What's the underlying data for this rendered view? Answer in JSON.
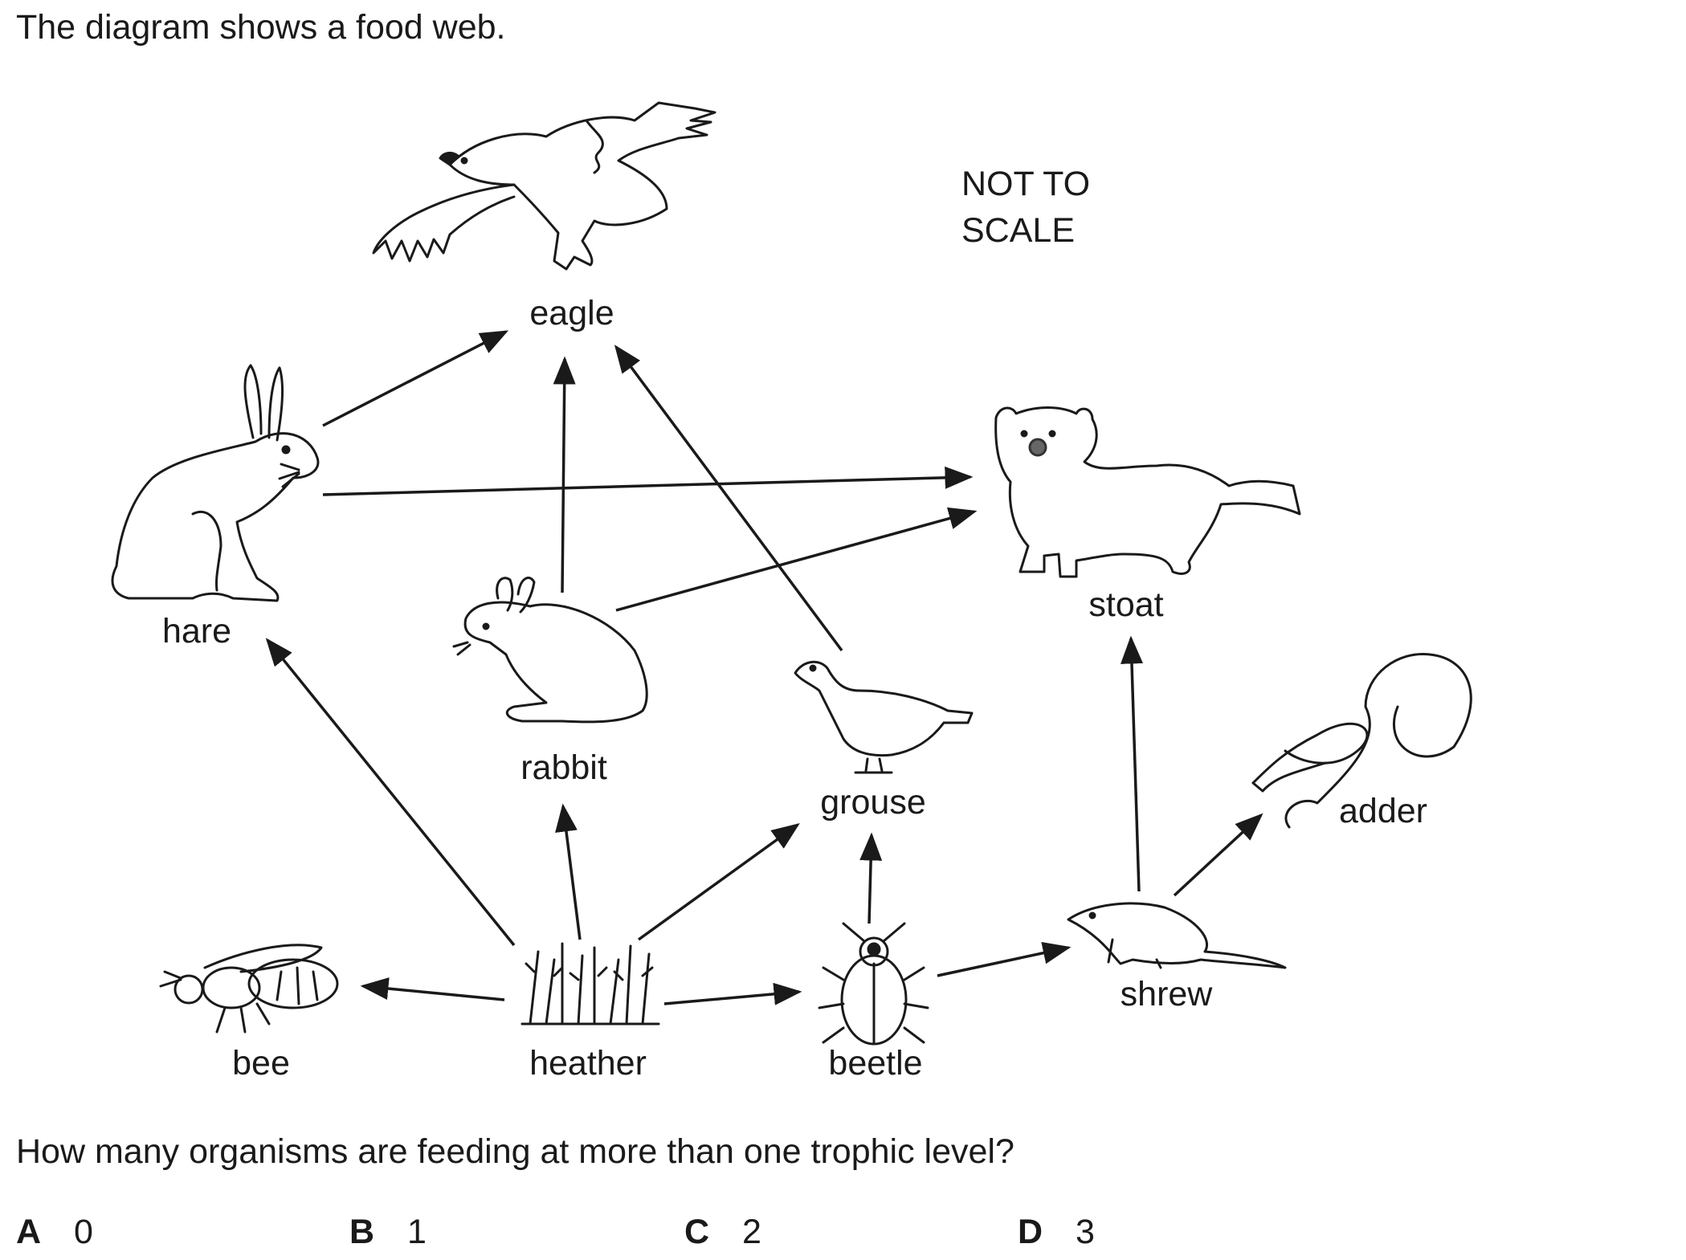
{
  "intro_text": "The diagram shows a food web.",
  "scale_note": [
    "NOT TO",
    "SCALE"
  ],
  "organisms": {
    "eagle": "eagle",
    "hare": "hare",
    "stoat": "stoat",
    "rabbit": "rabbit",
    "grouse": "grouse",
    "adder": "adder",
    "bee": "bee",
    "heather": "heather",
    "beetle": "beetle",
    "shrew": "shrew"
  },
  "food_web_links": [
    {
      "from": "heather",
      "to": "bee"
    },
    {
      "from": "heather",
      "to": "hare"
    },
    {
      "from": "heather",
      "to": "rabbit"
    },
    {
      "from": "heather",
      "to": "grouse"
    },
    {
      "from": "heather",
      "to": "beetle"
    },
    {
      "from": "beetle",
      "to": "grouse"
    },
    {
      "from": "beetle",
      "to": "shrew"
    },
    {
      "from": "shrew",
      "to": "stoat"
    },
    {
      "from": "shrew",
      "to": "adder"
    },
    {
      "from": "hare",
      "to": "eagle"
    },
    {
      "from": "hare",
      "to": "stoat"
    },
    {
      "from": "rabbit",
      "to": "eagle"
    },
    {
      "from": "rabbit",
      "to": "stoat"
    },
    {
      "from": "grouse",
      "to": "eagle"
    }
  ],
  "question": "How many organisms are feeding at more than one trophic level?",
  "options": [
    {
      "letter": "A",
      "value": "0"
    },
    {
      "letter": "B",
      "value": "1"
    },
    {
      "letter": "C",
      "value": "2"
    },
    {
      "letter": "D",
      "value": "3"
    }
  ]
}
